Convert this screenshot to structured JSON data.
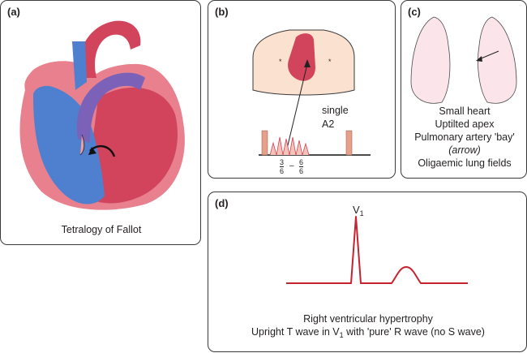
{
  "panels": {
    "a": {
      "label": "(a)",
      "caption": "Tetralogy of Fallot"
    },
    "b": {
      "label": "(b)",
      "sound_label_1": "single",
      "sound_label_2": "A2",
      "timing_num_1": "3",
      "timing_den_1": "6",
      "timing_dash": "–",
      "timing_num_2": "6",
      "timing_den_2": "6"
    },
    "c": {
      "label": "(c)",
      "lines": [
        "Small heart",
        "Uptilted apex",
        "Pulmonary artery 'bay'",
        "(arrow)",
        "Oligaemic lung fields"
      ]
    },
    "d": {
      "label": "(d)",
      "lead_label": "V",
      "lead_sub": "1",
      "caption_line1": "Right ventricular hypertrophy",
      "caption_line2_pre": "Upright T wave in V",
      "caption_line2_sub": "1",
      "caption_line2_post": " with 'pure' R wave (no S wave)"
    }
  },
  "colors": {
    "heart_red": "#d2435c",
    "heart_pink": "#e8808e",
    "heart_blue": "#4f7fcf",
    "heart_purple": "#7b62b8",
    "skin": "#fbe1cf",
    "lung": "#fbe4ea",
    "ecg": "#c7232f",
    "murmur": "#e8a08a"
  }
}
